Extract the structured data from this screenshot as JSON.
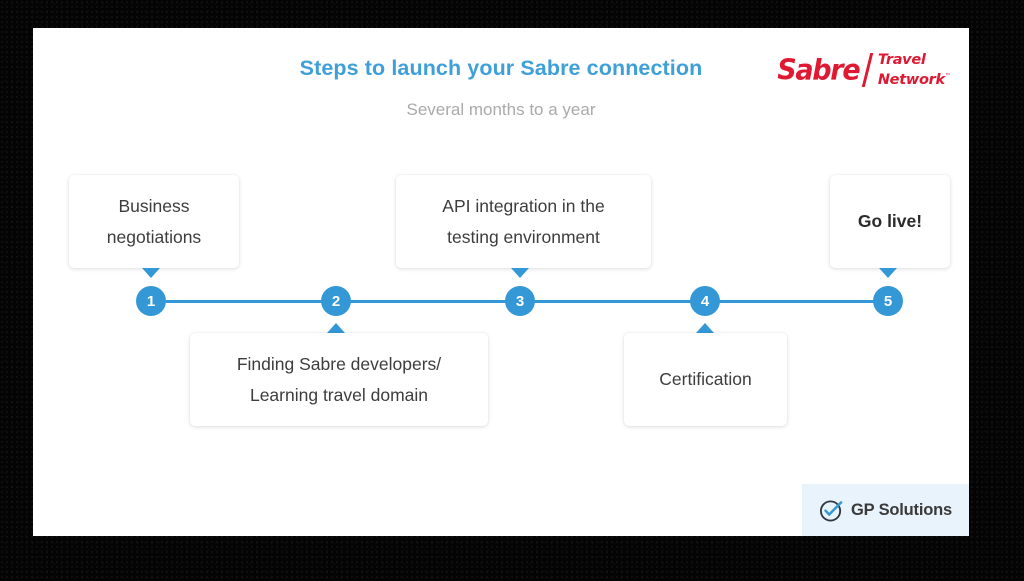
{
  "frame": {
    "background_color": "#040404"
  },
  "slide": {
    "background_color": "#ffffff"
  },
  "header": {
    "title": "Steps to launch your Sabre connection",
    "subtitle": "Several months to a year",
    "title_color": "#3f9fd8",
    "subtitle_color": "#aaaaaa"
  },
  "logo": {
    "wordmark": "Sabre",
    "tagline_line1": "Travel",
    "tagline_line2": "Network",
    "trademark": "™",
    "color": "#e01933"
  },
  "timeline": {
    "line_color": "#3498d7",
    "node_color": "#3498d7",
    "node_text_color": "#ffffff",
    "arrow_color": "#3498d7",
    "steps": [
      {
        "number": "1",
        "label": "Business\nnegotiations",
        "position": "above",
        "bold": false
      },
      {
        "number": "2",
        "label": "Finding Sabre developers/\nLearning travel domain",
        "position": "below",
        "bold": false
      },
      {
        "number": "3",
        "label": "API integration in the\ntesting environment",
        "position": "above",
        "bold": false
      },
      {
        "number": "4",
        "label": "Certification",
        "position": "below",
        "bold": false
      },
      {
        "number": "5",
        "label": "Go live!",
        "position": "above",
        "bold": true
      }
    ]
  },
  "watermark": {
    "label": "GP Solutions",
    "icon": "circle-check-icon",
    "background_color": "#e8f3fb",
    "check_color": "#3498d7",
    "ring_color": "#2f3640"
  }
}
